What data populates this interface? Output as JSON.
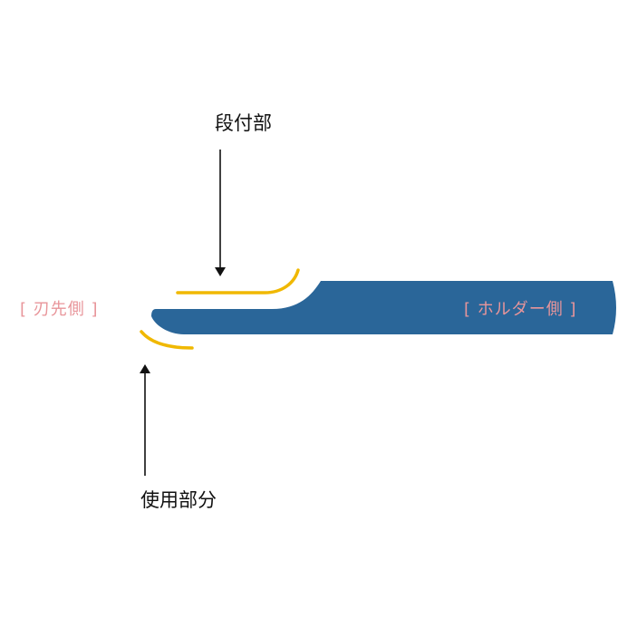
{
  "labels": {
    "step_portion": "段付部",
    "used_portion": "使用部分",
    "tip_side": "[ 刃先側 ]",
    "holder_side": "[ ホルダー側 ]"
  },
  "colors": {
    "tool_body": "#2a6699",
    "highlight": "#f0b800",
    "arrow": "#111111",
    "side_label": "#e8959a"
  }
}
